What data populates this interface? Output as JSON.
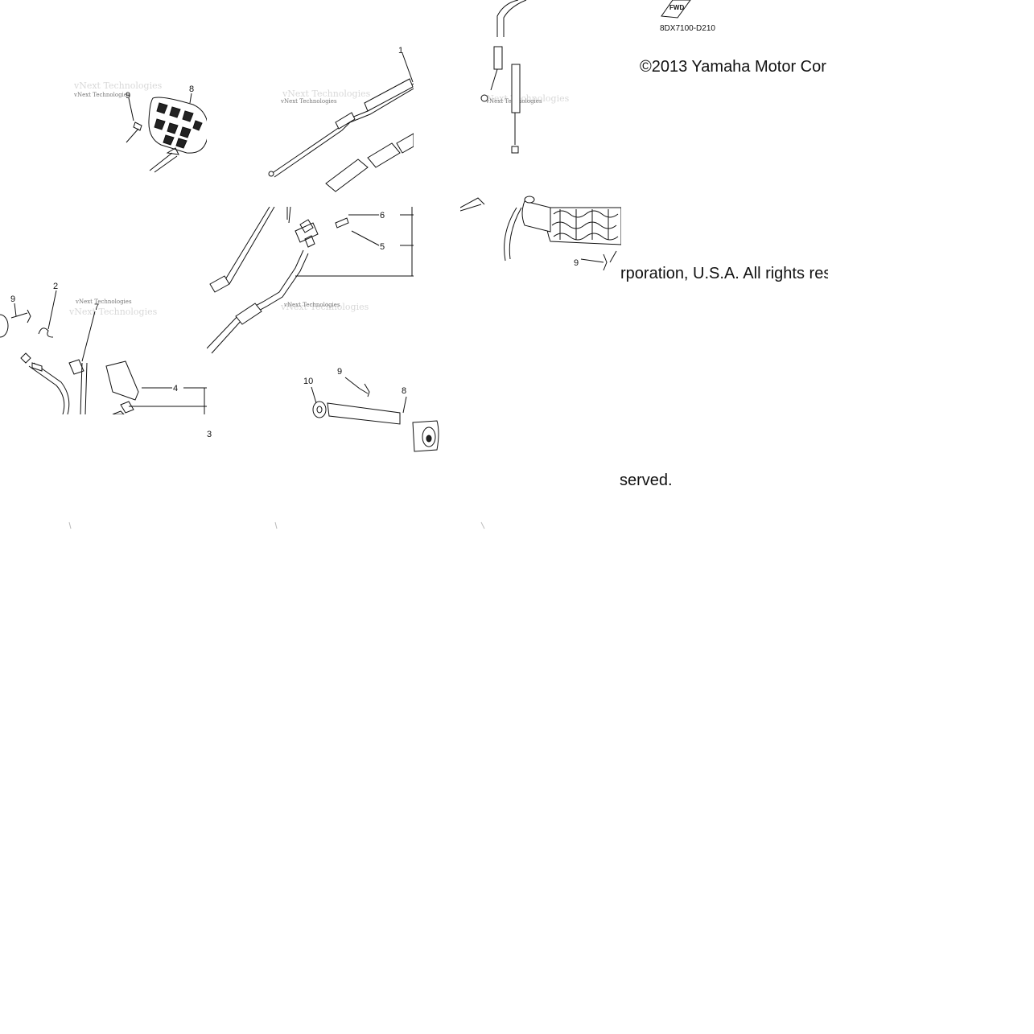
{
  "diagram": {
    "part_code": "8DX7100-D210",
    "fwd_label": "FWD",
    "watermark": "vNext Technologies",
    "callouts": {
      "c1": "1",
      "c2": "2",
      "c3": "3",
      "c4": "4",
      "c5": "5",
      "c6": "6",
      "c7": "7",
      "c8": "8",
      "c9": "9",
      "c10": "10"
    },
    "copyright": {
      "part_a": "©2013 Yamaha Motor Cor",
      "part_b": "rporation, U.S.A. All rights res",
      "part_c": "served."
    }
  }
}
